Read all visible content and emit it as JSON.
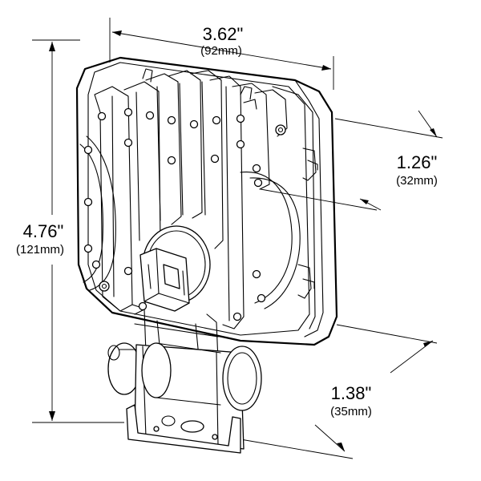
{
  "dimensions": {
    "width": {
      "imperial": "3.62\"",
      "metric": "(92mm)"
    },
    "height": {
      "imperial": "4.76\"",
      "metric": "(121mm)"
    },
    "depth": {
      "imperial": "1.26\"",
      "metric": "(32mm)"
    },
    "mount": {
      "imperial": "1.38\"",
      "metric": "(35mm)"
    }
  },
  "colors": {
    "line": "#000000",
    "background": "#ffffff"
  }
}
